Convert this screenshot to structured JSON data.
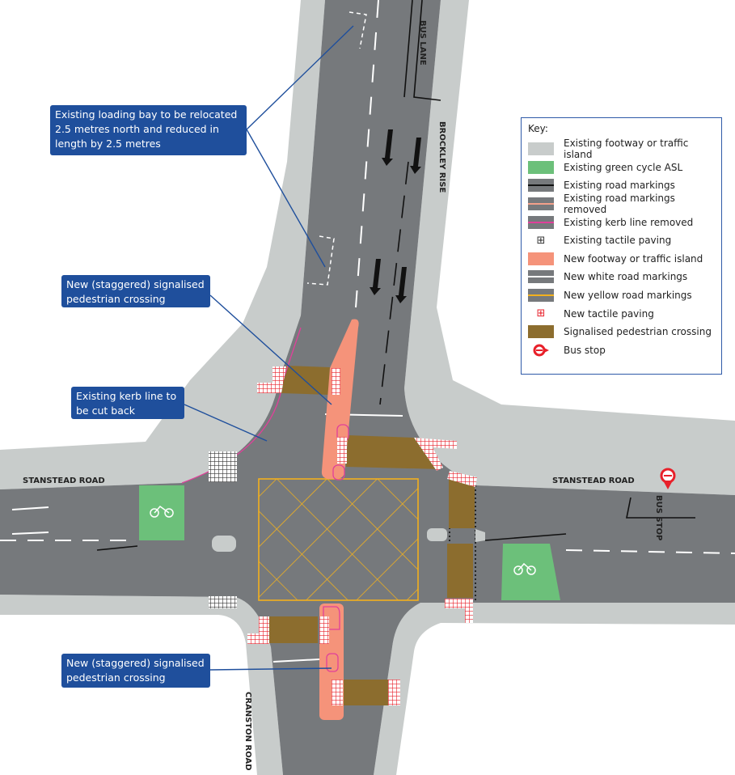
{
  "callouts": [
    {
      "text": "Existing loading bay to be relocated 2.5 metres north and reduced in length by 2.5 metres"
    },
    {
      "text": "New (staggered) signalised pedestrian crossing"
    },
    {
      "text": "Existing kerb line to be cut back"
    },
    {
      "text": "New (staggered) signalised pedestrian crossing"
    }
  ],
  "road_labels": {
    "brockley": "BROCKLEY RISE",
    "stanstead_west": "STANSTEAD ROAD",
    "stanstead_east": "STANSTEAD ROAD",
    "cranston": "CRANSTON ROAD",
    "bus_lane": "BUS LANE",
    "bus_stop": "BUS STOP"
  },
  "key": {
    "title": "Key:",
    "items": [
      {
        "label": "Existing footway or traffic island",
        "color": "#c8cccb",
        "kind": "fill"
      },
      {
        "label": "Existing green cycle ASL",
        "color": "#6cc07a",
        "kind": "fill"
      },
      {
        "label": "Existing road markings",
        "color": "#111111",
        "kind": "line"
      },
      {
        "label": "Existing road markings removed",
        "color": "#f2a08a",
        "kind": "line"
      },
      {
        "label": "Existing kerb line removed",
        "color": "#e0409a",
        "kind": "line"
      },
      {
        "label": "Existing tactile paving",
        "color": "#333333",
        "kind": "icon",
        "icon": "⊞"
      },
      {
        "label": "New footway or traffic island",
        "color": "#f5937a",
        "kind": "fill"
      },
      {
        "label": "New white road markings",
        "color": "#ffffff",
        "kind": "line"
      },
      {
        "label": "New yellow road markings",
        "color": "#f2b01e",
        "kind": "line"
      },
      {
        "label": "New tactile paving",
        "color": "#e8202a",
        "kind": "icon",
        "icon": "⊞"
      },
      {
        "label": "Signalised pedestrian crossing",
        "color": "#8c6d2e",
        "kind": "fill"
      },
      {
        "label": "Bus stop",
        "color": "#e8202a",
        "kind": "busstop"
      }
    ]
  },
  "colors": {
    "road": "#76797c",
    "footway": "#c8cccb",
    "crossing": "#8c6d2e",
    "island": "#f5937a",
    "callout": "#1f4f9c",
    "yellow": "#f2b01e",
    "tactile": "#e8202a",
    "kerb": "#e0409a"
  }
}
